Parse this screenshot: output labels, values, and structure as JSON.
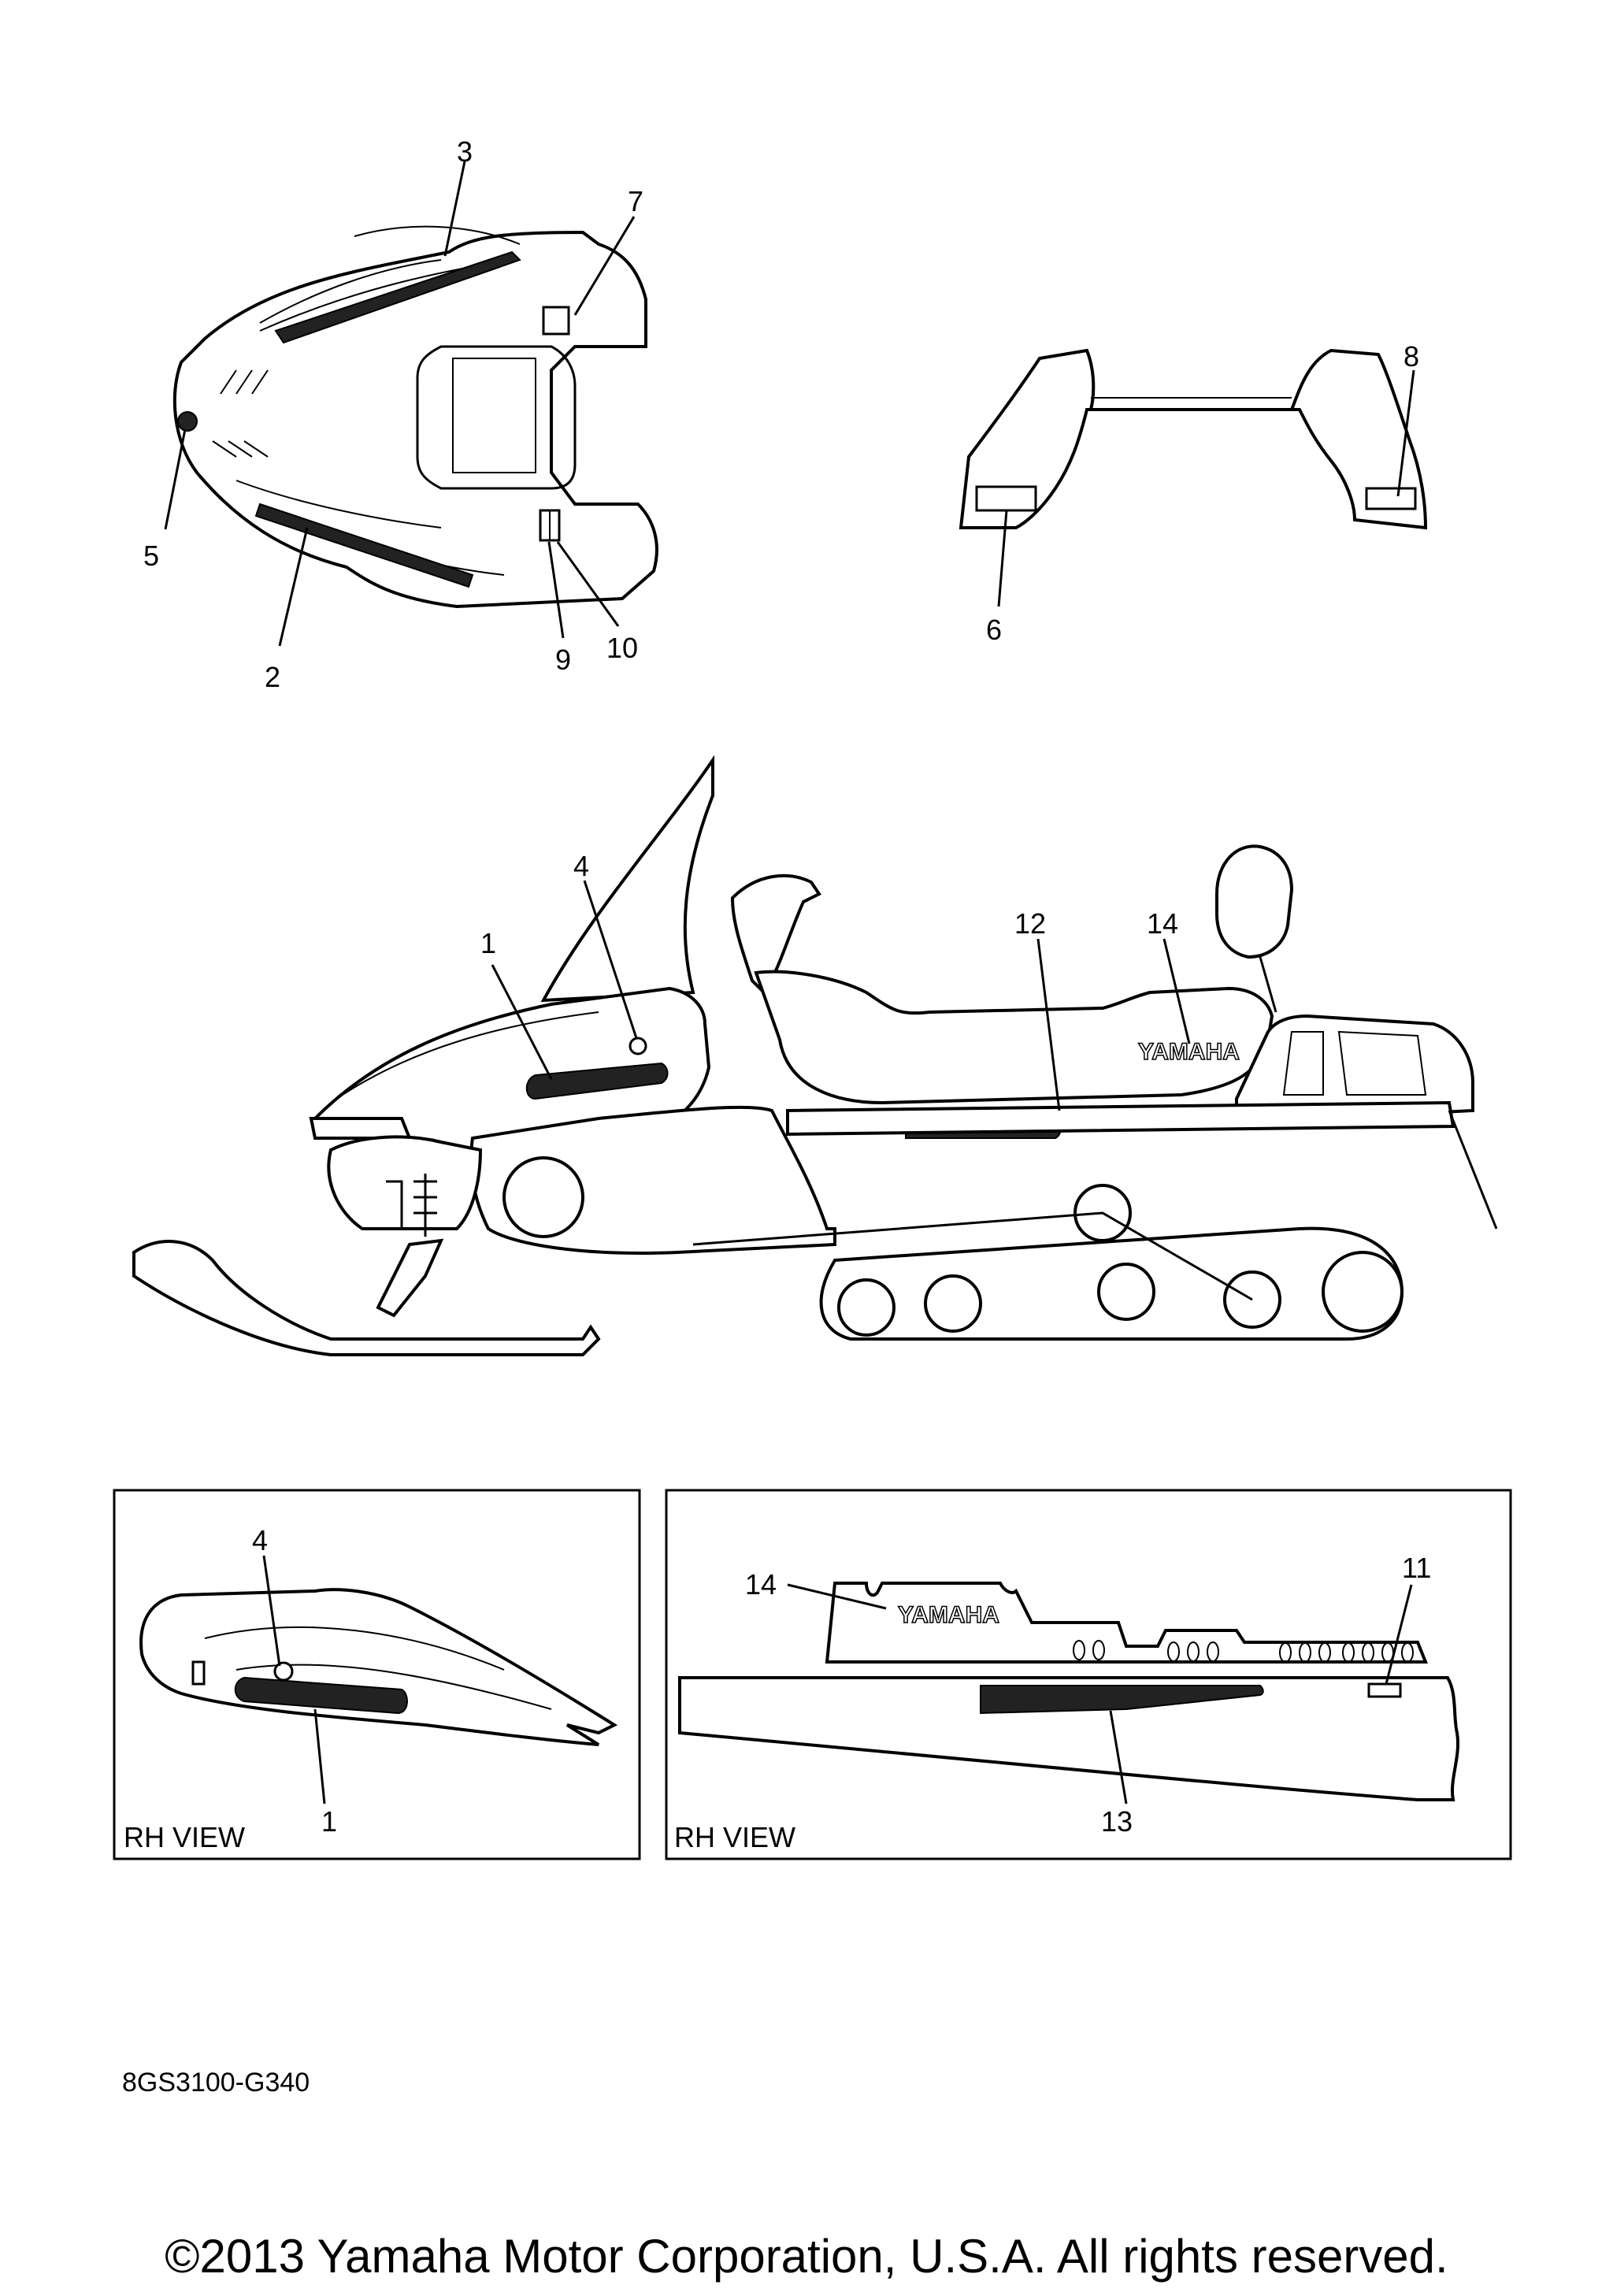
{
  "callouts": {
    "c1": "1",
    "c2": "2",
    "c3": "3",
    "c4": "4",
    "c5": "5",
    "c6": "6",
    "c7": "7",
    "c8": "8",
    "c9": "9",
    "c10": "10",
    "c11": "11",
    "c12": "12",
    "c13": "13",
    "c14": "14"
  },
  "insets": {
    "left_view_label": "RH VIEW",
    "right_view_label": "RH VIEW",
    "left_callouts": {
      "a": "4",
      "b": "1"
    },
    "right_callouts": {
      "a": "14",
      "b": "11",
      "c": "13"
    }
  },
  "decal_text": "YAMAHA",
  "drawing_code": "8GS3100-G340",
  "copyright": "©2013 Yamaha Motor Corporation, U.S.A. All rights reserved.",
  "colors": {
    "line": "#000000",
    "background": "#ffffff"
  }
}
